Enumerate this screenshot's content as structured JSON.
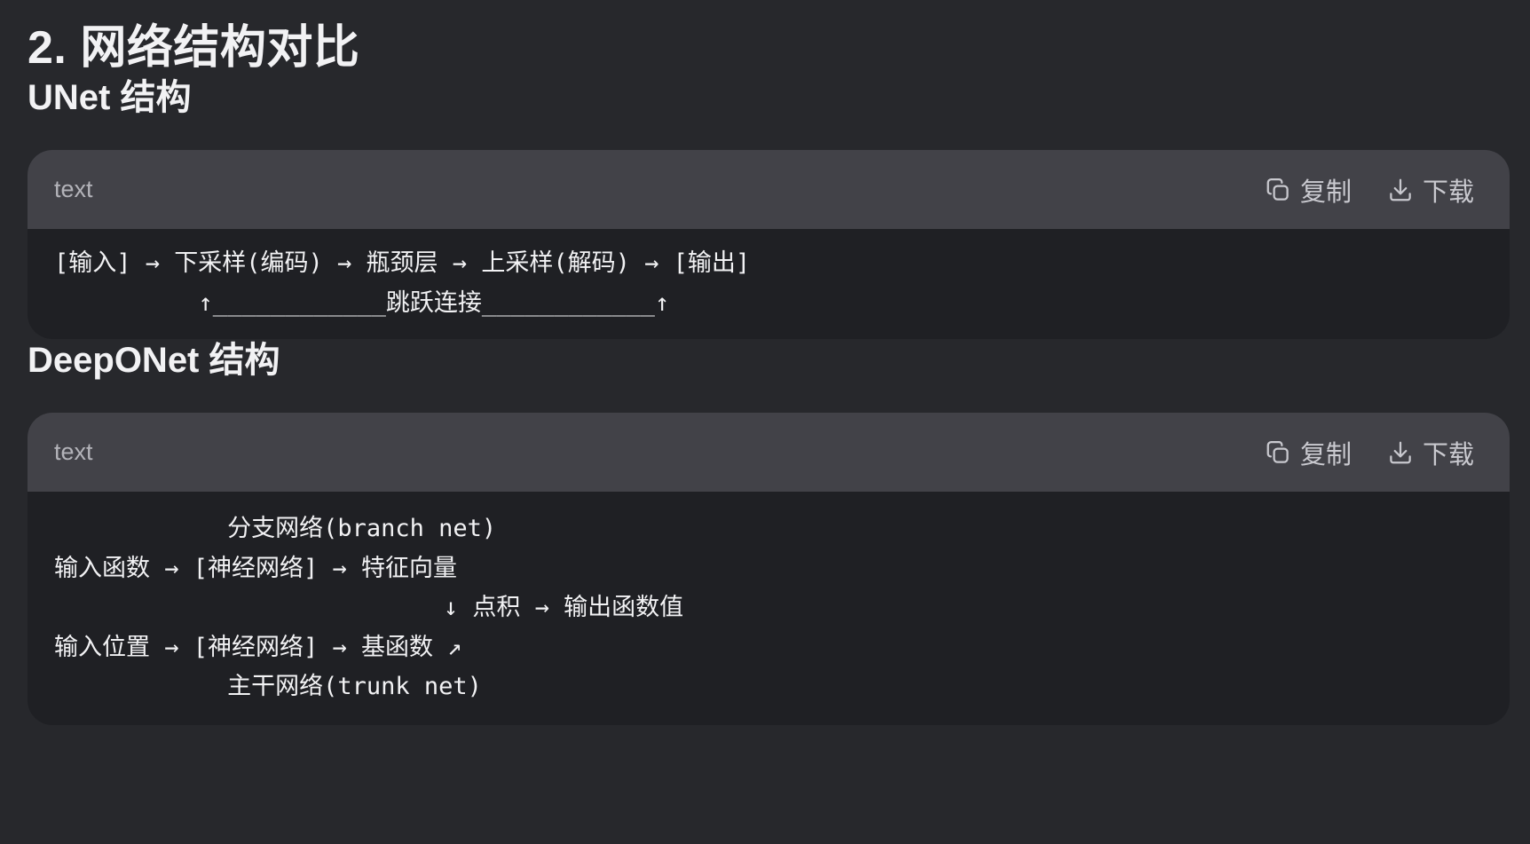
{
  "section": {
    "title": "2. 网络结构对比"
  },
  "unet": {
    "title": "UNet 结构",
    "block": {
      "language": "text",
      "copy_label": "复制",
      "download_label": "下载",
      "code": "[输入] → 下采样(编码) → 瓶颈层 → 上采样(解码) → [输出]\n          ↑____________跳跃连接____________↑"
    }
  },
  "deeponet": {
    "title": "DeepONet 结构",
    "block": {
      "language": "text",
      "copy_label": "复制",
      "download_label": "下载",
      "code": "            分支网络(branch net)\n输入函数 → [神经网络] → 特征向量\n                           ↓ 点积 → 输出函数值\n输入位置 → [神经网络] → 基函数 ↗\n            主干网络(trunk net)"
    }
  },
  "icons": {
    "copy": "copy-icon",
    "download": "download-icon"
  },
  "colors": {
    "background": "#27282c",
    "code_header": "#424248",
    "code_body": "#1f2024",
    "text": "#f2f2f4",
    "muted": "#b3b3b9"
  }
}
